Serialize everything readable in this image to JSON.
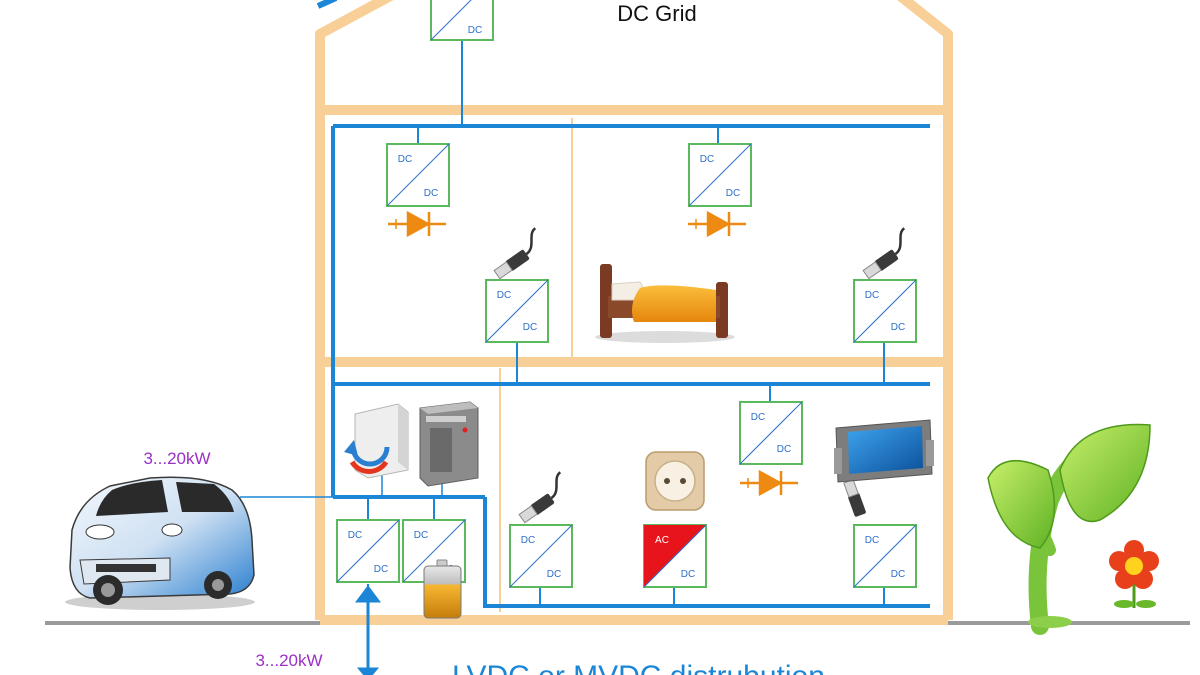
{
  "title": "DC Grid",
  "ev_power_label": "3...20kW",
  "grid_power_label": "3...20kW",
  "distribution_label": "LVDC or MVDC distrubution",
  "converters": {
    "roof": {
      "in": "",
      "out": "DC"
    },
    "upper_left_light": {
      "in": "DC",
      "out": "DC"
    },
    "upper_right_light": {
      "in": "DC",
      "out": "DC"
    },
    "upper_left_usb": {
      "in": "DC",
      "out": "DC"
    },
    "upper_right_usb": {
      "in": "DC",
      "out": "DC"
    },
    "ground_light": {
      "in": "DC",
      "out": "DC"
    },
    "hvac": {
      "in": "DC",
      "out": "DC"
    },
    "battery": {
      "in": "DC",
      "out": "DC"
    },
    "ground_usb": {
      "in": "DC",
      "out": "DC"
    },
    "socket_inverter": {
      "in": "AC",
      "out": "DC"
    },
    "tv": {
      "in": "DC",
      "out": "DC"
    }
  },
  "colors": {
    "house_frame": "#f7cf97",
    "dc_bus": "#1b86d6",
    "converter_border": "#5cb85c",
    "converter_text": "#2a6fc9",
    "led": "#ee8a12",
    "power_label": "#9b30c7",
    "ac_fill": "#e8141c",
    "ground": "#999999"
  },
  "icons": [
    "dc-dc-converter-icon",
    "led-diode-icon",
    "usb-plug-icon",
    "bed-icon",
    "air-conditioner-icon",
    "heat-pump-icon",
    "battery-icon",
    "wall-socket-icon",
    "tv-icon",
    "electric-car-icon",
    "plant-icon",
    "flower-icon",
    "up-down-arrow-icon"
  ]
}
